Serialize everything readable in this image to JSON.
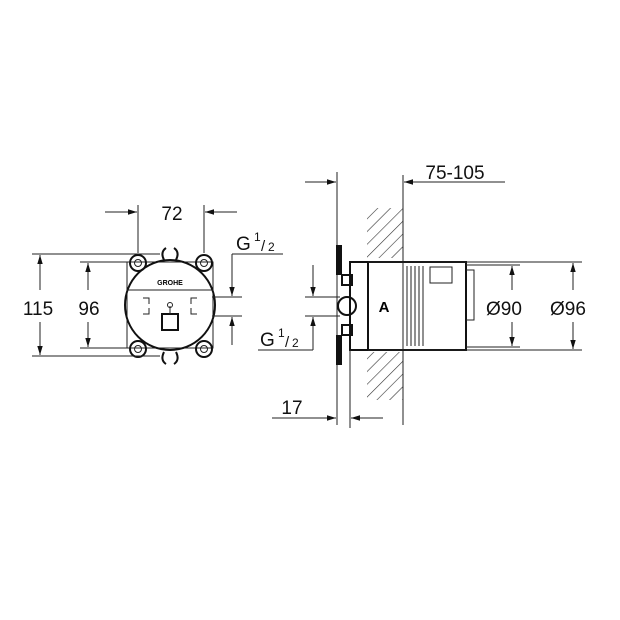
{
  "front_view": {
    "width_label": "72",
    "outer_height_label": "115",
    "inner_height_label": "96",
    "thread_top": {
      "letter": "G",
      "num": "1",
      "den": "2"
    },
    "logo_text": "GROHE"
  },
  "side_view": {
    "depth_label": "75-105",
    "offset_label": "17",
    "diameter_inner_label": "Ø90",
    "diameter_outer_label": "Ø96",
    "body_marker": "A",
    "thread_bottom": {
      "letter": "G",
      "num": "1",
      "den": "2"
    }
  },
  "colors": {
    "line": "#111111",
    "background": "#ffffff"
  }
}
